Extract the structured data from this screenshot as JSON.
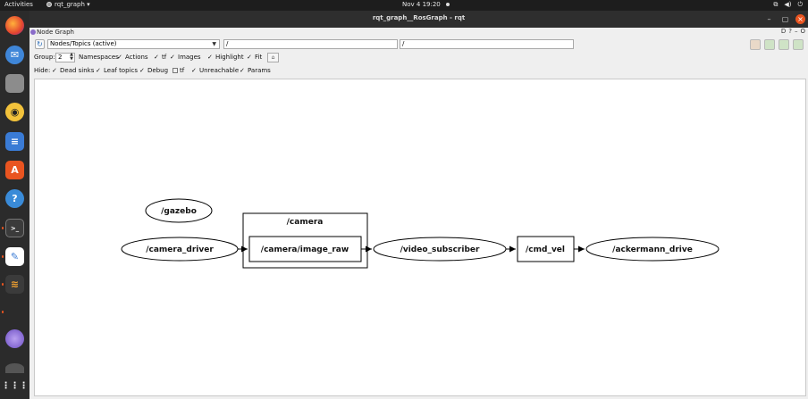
{
  "topbar": {
    "activities": "Activities",
    "app_menu": "rqt_graph ▾",
    "clock": "Nov 4  19:20"
  },
  "window": {
    "title": "rqt_graph__RosGraph - rqt"
  },
  "plugin": {
    "title": "Node Graph",
    "title_buttons": [
      "D",
      "?",
      "–",
      "O"
    ]
  },
  "toolbar": {
    "graph_mode": "Nodes/Topics (active)",
    "node_filter": "/",
    "topic_filter": "/"
  },
  "group_row": {
    "group_label": "Group:",
    "group_value": "2",
    "options": [
      {
        "label": "Namespaces",
        "checked": true
      },
      {
        "label": "Actions",
        "checked": true
      },
      {
        "label": "tf",
        "checked": true
      },
      {
        "label": "Images",
        "checked": true
      },
      {
        "label": "Highlight",
        "checked": true
      },
      {
        "label": "Fit",
        "checked": true
      }
    ]
  },
  "hide_row": {
    "hide_label": "Hide:",
    "options": [
      {
        "label": "Dead sinks",
        "checked": true
      },
      {
        "label": "Leaf topics",
        "checked": true
      },
      {
        "label": "Debug",
        "checked": true
      },
      {
        "label": "tf",
        "checked": false
      },
      {
        "label": "Unreachable",
        "checked": true
      },
      {
        "label": "Params",
        "checked": true
      }
    ]
  },
  "graph": {
    "nodes": [
      "/gazebo",
      "/camera_driver",
      "/video_subscriber",
      "/ackermann_drive"
    ],
    "namespace_box": "/camera",
    "topics": [
      "/camera/image_raw",
      "/cmd_vel"
    ]
  },
  "colors": {
    "accent": "#e95420",
    "topbar": "#1d1d1d",
    "dock": "#2b2b2b",
    "titlebar": "#2e2e2e"
  }
}
